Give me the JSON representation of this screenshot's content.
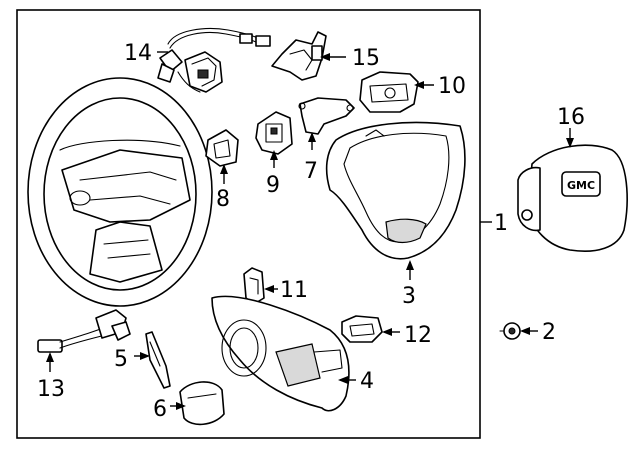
{
  "callouts": {
    "c1": "1",
    "c2": "2",
    "c3": "3",
    "c4": "4",
    "c5": "5",
    "c6": "6",
    "c7": "7",
    "c8": "8",
    "c9": "9",
    "c10": "10",
    "c11": "11",
    "c12": "12",
    "c13": "13",
    "c14": "14",
    "c15": "15",
    "c16": "16"
  },
  "airbag_logo": "GMC"
}
